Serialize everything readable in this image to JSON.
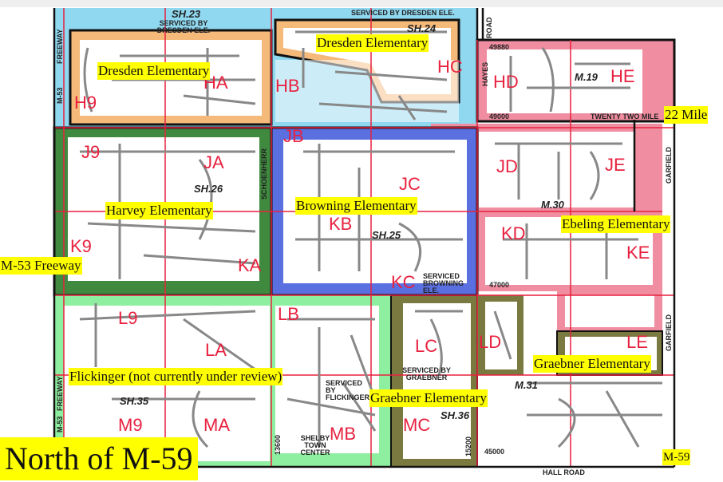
{
  "title": "North of M-59",
  "labels": {
    "dresden_1": "Dresden Elementary",
    "dresden_2": "Dresden Elementary",
    "mile22": "22 Mile",
    "harvey": "Harvey Elementary",
    "browning": "Browning Elementary",
    "ebeling": "Ebeling Elementary",
    "m53": "M-53 Freeway",
    "flickinger": "Flickinger (not currently under review)",
    "graebner_1": "Graebner Elementary",
    "graebner_2": "Graebner Elementary",
    "m59": "M-59"
  },
  "districts": {
    "H9": "H9",
    "HA": "HA",
    "HB": "HB",
    "HC": "HC",
    "HD": "HD",
    "HE": "HE",
    "J9": "J9",
    "JA": "JA",
    "JB": "JB",
    "JC": "JC",
    "JD": "JD",
    "JE": "JE",
    "K9": "K9",
    "KA": "KA",
    "KB": "KB",
    "KC": "KC",
    "KD": "KD",
    "KE": "KE",
    "L9": "L9",
    "LA": "LA",
    "LB": "LB",
    "LC": "LC",
    "LD": "LD",
    "LE": "LE",
    "M9": "M9",
    "MA": "MA",
    "MB": "MB",
    "MC": "MC"
  },
  "map_text": {
    "sh23": "SH.23",
    "sh24": "SH.24",
    "sh26": "SH.26",
    "sh25": "SH.25",
    "sh35": "SH.35",
    "sh36": "SH.36",
    "m19": "M.19",
    "m30": "M.30",
    "m31": "M.31",
    "serviced_dresden": "SERVICED BY DRESDEN ELE.",
    "serviced_dresden_2": "SERVICED BY DRESDEN ELE.",
    "serviced_browning": "SERVICED BROWNING ELE.",
    "serviced_graebner": "SERVICED BY GRAEBNER",
    "serviced_flickinger": "SERVICED BY FLICKINGER",
    "shelby": "SHELBY TOWN CENTER",
    "n49880": "49880",
    "n49000": "49000",
    "n47000": "47000",
    "n45000": "45000",
    "n15200": "15200",
    "n13600": "13600",
    "twenty_two": "TWENTY TWO MILE",
    "hayes": "HAYES",
    "garfield": "GARFIELD",
    "garfield_2": "GARFIELD",
    "freeway": "FREEWAY",
    "freeway_2": "FREEWAY",
    "m53": "M-53",
    "m53_2": "M-53",
    "road": "ROAD",
    "schoenherr": "SCHOENHERR",
    "hall": "HALL ROAD"
  },
  "colors": {
    "dresden": "#8fd8f0",
    "dresden_core": "#f5b97a",
    "hayes": "#f08da0",
    "harvey": "#3f8a3f",
    "browning": "#5a6fe0",
    "flickinger": "#8fefa0",
    "graebner": "#7a7a40",
    "label": "#ffff00",
    "code": "#e8213f"
  }
}
